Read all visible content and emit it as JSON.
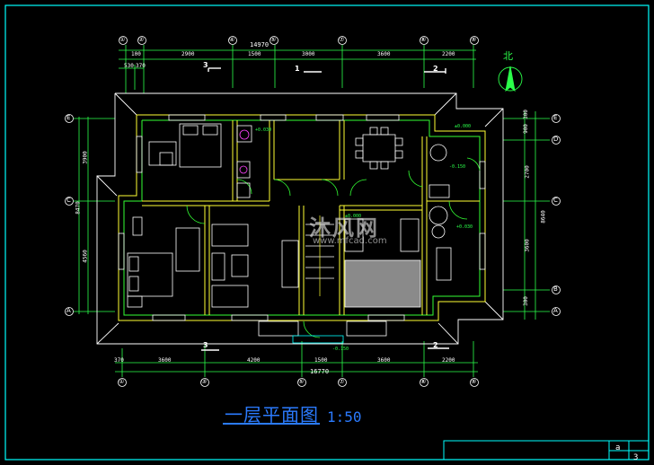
{
  "drawing": {
    "title": "一层平面图",
    "scale": "1:50",
    "north_label": "北"
  },
  "dimensions": {
    "top_total": "14970",
    "bottom_total": "16770",
    "top_segments": [
      "100",
      "2900",
      "1500",
      "3000",
      "3600",
      "2200"
    ],
    "top_small": [
      "530",
      "370"
    ],
    "bottom_segments": [
      "370",
      "3600",
      "4200",
      "1500",
      "3600",
      "2200"
    ],
    "left_total": "8470",
    "left_segments": [
      "3900",
      "4560"
    ],
    "right_total": "8640",
    "right_segments": [
      "300",
      "900",
      "2700",
      "3600",
      "300"
    ]
  },
  "axis_labels": {
    "top": [
      "①",
      "②",
      "④",
      "⑤",
      "⑦",
      "⑧",
      "⑨"
    ],
    "bottom": [
      "①",
      "③",
      "⑤",
      "⑦",
      "⑧",
      "⑨"
    ],
    "left": [
      "E",
      "C",
      "A"
    ],
    "right": [
      "E",
      "D",
      "C",
      "B",
      "A"
    ]
  },
  "section_marks": [
    "3",
    "1",
    "2",
    "3",
    "2"
  ],
  "levels": [
    "+0.030",
    "-0.150",
    "±0.000",
    "-0.150",
    "+0.030",
    "±0.000"
  ],
  "watermark": {
    "text": "沐风网",
    "url": "www.mfcad.com"
  },
  "title_block": {
    "sheet_letter": "a",
    "sheet_number": "3"
  },
  "colors": {
    "background": "#000000",
    "wall_yellow": "#ffff33",
    "wall_green": "#33ff33",
    "outline_white": "#ffffff",
    "dimension_green": "#2bff4a",
    "title_blue": "#2b7bff",
    "border_cyan": "#00ffff"
  }
}
